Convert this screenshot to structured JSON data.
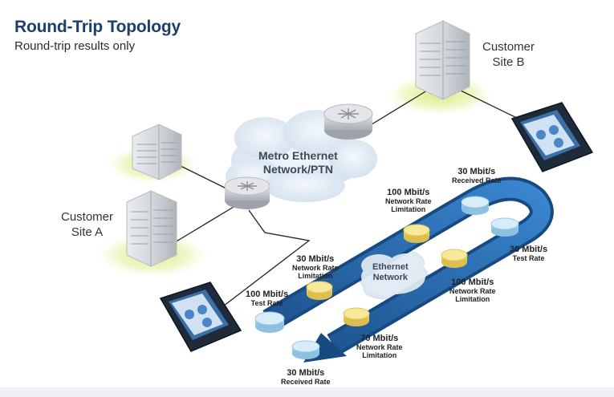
{
  "header": {
    "title": "Round-Trip Topology",
    "subtitle": "Round-trip results only"
  },
  "sites": {
    "a": {
      "line1": "Customer",
      "line2": "Site A"
    },
    "b": {
      "line1": "Customer",
      "line2": "Site B"
    }
  },
  "clouds": {
    "metro": {
      "line1": "Metro Ethernet",
      "line2": "Network/PTN"
    },
    "ethernet": {
      "line1": "Ethernet",
      "line2": "Network"
    }
  },
  "rate_labels": {
    "test_rate_a": {
      "value": "100 Mbit/s",
      "desc": "Test Rate"
    },
    "limit_30": {
      "value": "30 Mbit/s",
      "desc1": "Network Rate",
      "desc2": "Limitation"
    },
    "limit_100_top": {
      "value": "100 Mbit/s",
      "desc1": "Network Rate",
      "desc2": "Limitation"
    },
    "received_top": {
      "value": "30 Mbit/s",
      "desc": "Received Rate"
    },
    "test_rate_b": {
      "value": "30 Mbit/s",
      "desc": "Test Rate"
    },
    "limit_100_bottom": {
      "value": "100 Mbit/s",
      "desc1": "Network Rate",
      "desc2": "Limitation"
    },
    "limit_70": {
      "value": "70 Mbit/s",
      "desc1": "Network Rate",
      "desc2": "Limitation"
    },
    "received_bottom": {
      "value": "30 Mbit/s",
      "desc": "Received Rate"
    }
  },
  "colors": {
    "title": "#1c3f6e",
    "arrow": "#2a70b8",
    "arrow_dark": "#174a80",
    "node_yellow": "#f5df83",
    "node_blue": "#bfe3f6",
    "glow": "#d8ea7a",
    "cloud": "#dde8f3",
    "router": "#c9ccd1"
  }
}
